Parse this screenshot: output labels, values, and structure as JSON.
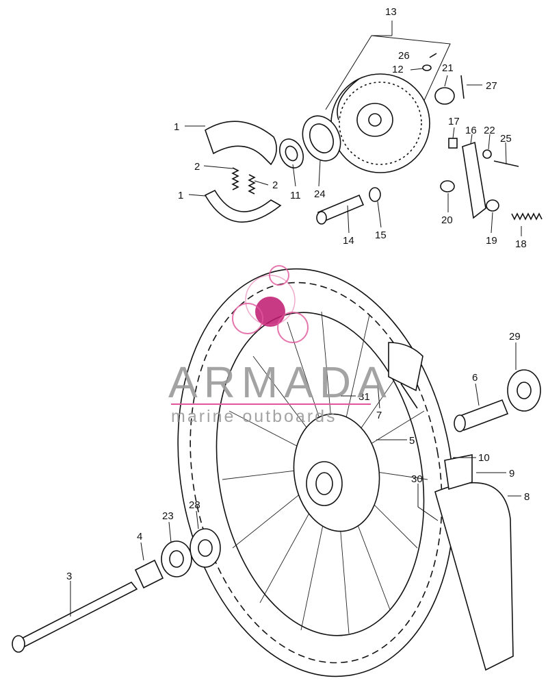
{
  "diagram": {
    "callouts": [
      {
        "id": "c13",
        "text": "13"
      },
      {
        "id": "c26",
        "text": "26"
      },
      {
        "id": "c12",
        "text": "12"
      },
      {
        "id": "c21",
        "text": "21"
      },
      {
        "id": "c27",
        "text": "27"
      },
      {
        "id": "c1a",
        "text": "1"
      },
      {
        "id": "c17",
        "text": "17"
      },
      {
        "id": "c16",
        "text": "16"
      },
      {
        "id": "c22",
        "text": "22"
      },
      {
        "id": "c25",
        "text": "25"
      },
      {
        "id": "c2a",
        "text": "2"
      },
      {
        "id": "c2b",
        "text": "2"
      },
      {
        "id": "c11",
        "text": "11"
      },
      {
        "id": "c24",
        "text": "24"
      },
      {
        "id": "c1b",
        "text": "1"
      },
      {
        "id": "c20",
        "text": "20"
      },
      {
        "id": "c19",
        "text": "19"
      },
      {
        "id": "c18",
        "text": "18"
      },
      {
        "id": "c14",
        "text": "14"
      },
      {
        "id": "c15",
        "text": "15"
      },
      {
        "id": "c29",
        "text": "29"
      },
      {
        "id": "c6",
        "text": "6"
      },
      {
        "id": "c31",
        "text": "31"
      },
      {
        "id": "c7",
        "text": "7"
      },
      {
        "id": "c5",
        "text": "5"
      },
      {
        "id": "c10",
        "text": "10"
      },
      {
        "id": "c9",
        "text": "9"
      },
      {
        "id": "c30",
        "text": "30"
      },
      {
        "id": "c8",
        "text": "8"
      },
      {
        "id": "c23",
        "text": "23"
      },
      {
        "id": "c28",
        "text": "28"
      },
      {
        "id": "c4",
        "text": "4"
      },
      {
        "id": "c3",
        "text": "3"
      }
    ]
  },
  "watermark": {
    "brand": "ARMADA",
    "tagline": "marine outboards",
    "accent_color": "#e0569a",
    "text_color": "#9a9a9a"
  }
}
